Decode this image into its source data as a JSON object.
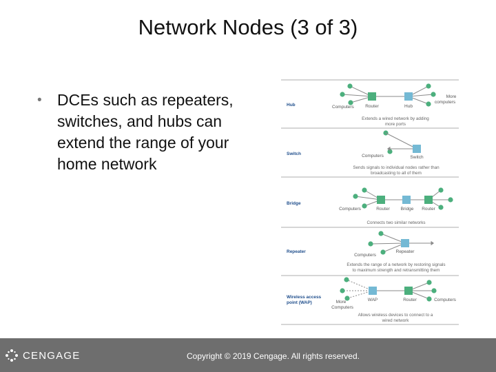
{
  "slide": {
    "title": "Network Nodes (3 of 3)",
    "bullet": "DCEs such as repeaters, switches, and hubs can extend the range of your home network"
  },
  "figure": {
    "rows": [
      {
        "heading": "Hub",
        "labels": [
          "Computers",
          "Router",
          "Hub",
          "More computers"
        ],
        "caption": [
          "Extends a wired network by adding",
          "more ports"
        ]
      },
      {
        "heading": "Switch",
        "labels": [
          "Computers",
          "Switch"
        ],
        "caption": [
          "Sends signals to individual nodes rather than",
          "broadcasting to all of them"
        ]
      },
      {
        "heading": "Bridge",
        "labels": [
          "Computers",
          "Router",
          "Bridge",
          "Router"
        ],
        "caption": [
          "Connects two similar networks"
        ]
      },
      {
        "heading": "Repeater",
        "labels": [
          "Computers",
          "Repeater"
        ],
        "caption": [
          "Extends the range of a network by restoring signals",
          "to maximum strength and retransmitting them"
        ]
      },
      {
        "heading": [
          "Wireless access",
          "point (WAP)"
        ],
        "labels": [
          "More Computers",
          "WAP",
          "Router",
          "Computers"
        ],
        "caption": [
          "Allows wireless devices to connect to a",
          "wired network"
        ]
      }
    ],
    "colors": {
      "node_green": "#4caf7d",
      "hub_blue": "#74b9d4",
      "heading_blue": "#1f4e8c",
      "line_gray": "#8a8a8a"
    }
  },
  "footer": {
    "logo_text": "CENGAGE",
    "copyright": "Copyright © 2019 Cengage. All rights reserved."
  }
}
